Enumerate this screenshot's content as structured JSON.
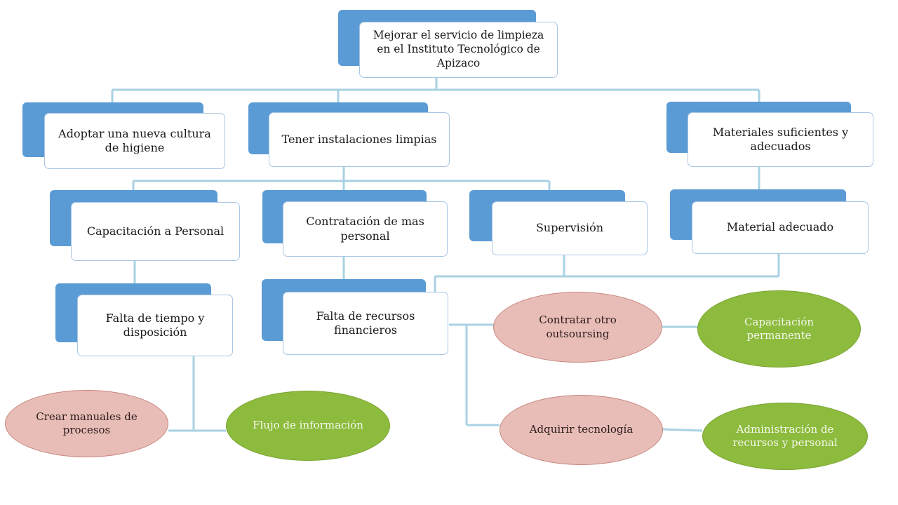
{
  "diagram": {
    "nodes": {
      "root": "Mejorar el servicio de limpieza en el Instituto Tecnológico de Apizaco",
      "cultura": "Adoptar una nueva cultura de higiene",
      "instalaciones": "Tener instalaciones limpias",
      "materiales": "Materiales suficientes y adecuados",
      "capacitacion": "Capacitación a Personal",
      "contratacion": "Contratación de mas personal",
      "supervision": "Supervisión",
      "material_adecuado": "Material adecuado",
      "falta_tiempo": "Falta de tiempo y disposición",
      "falta_recursos": "Falta de recursos financieros"
    },
    "ovals": {
      "crear_manuales": "Crear manuales de procesos",
      "flujo_info": "Flujo de información",
      "contratar_otro": "Contratar otro outsoursing",
      "capacitacion_permanente": "Capacitación permanente",
      "adquirir_tecnologia": "Adquirir tecnología",
      "administracion": "Administración de recursos y personal"
    },
    "colors": {
      "box_shadow": "#5b9bd5",
      "box_border": "#a9c6e3",
      "connector": "#a8d2e3",
      "oval_pink": "#e8bdb8",
      "oval_green": "#8dbb3d"
    }
  }
}
